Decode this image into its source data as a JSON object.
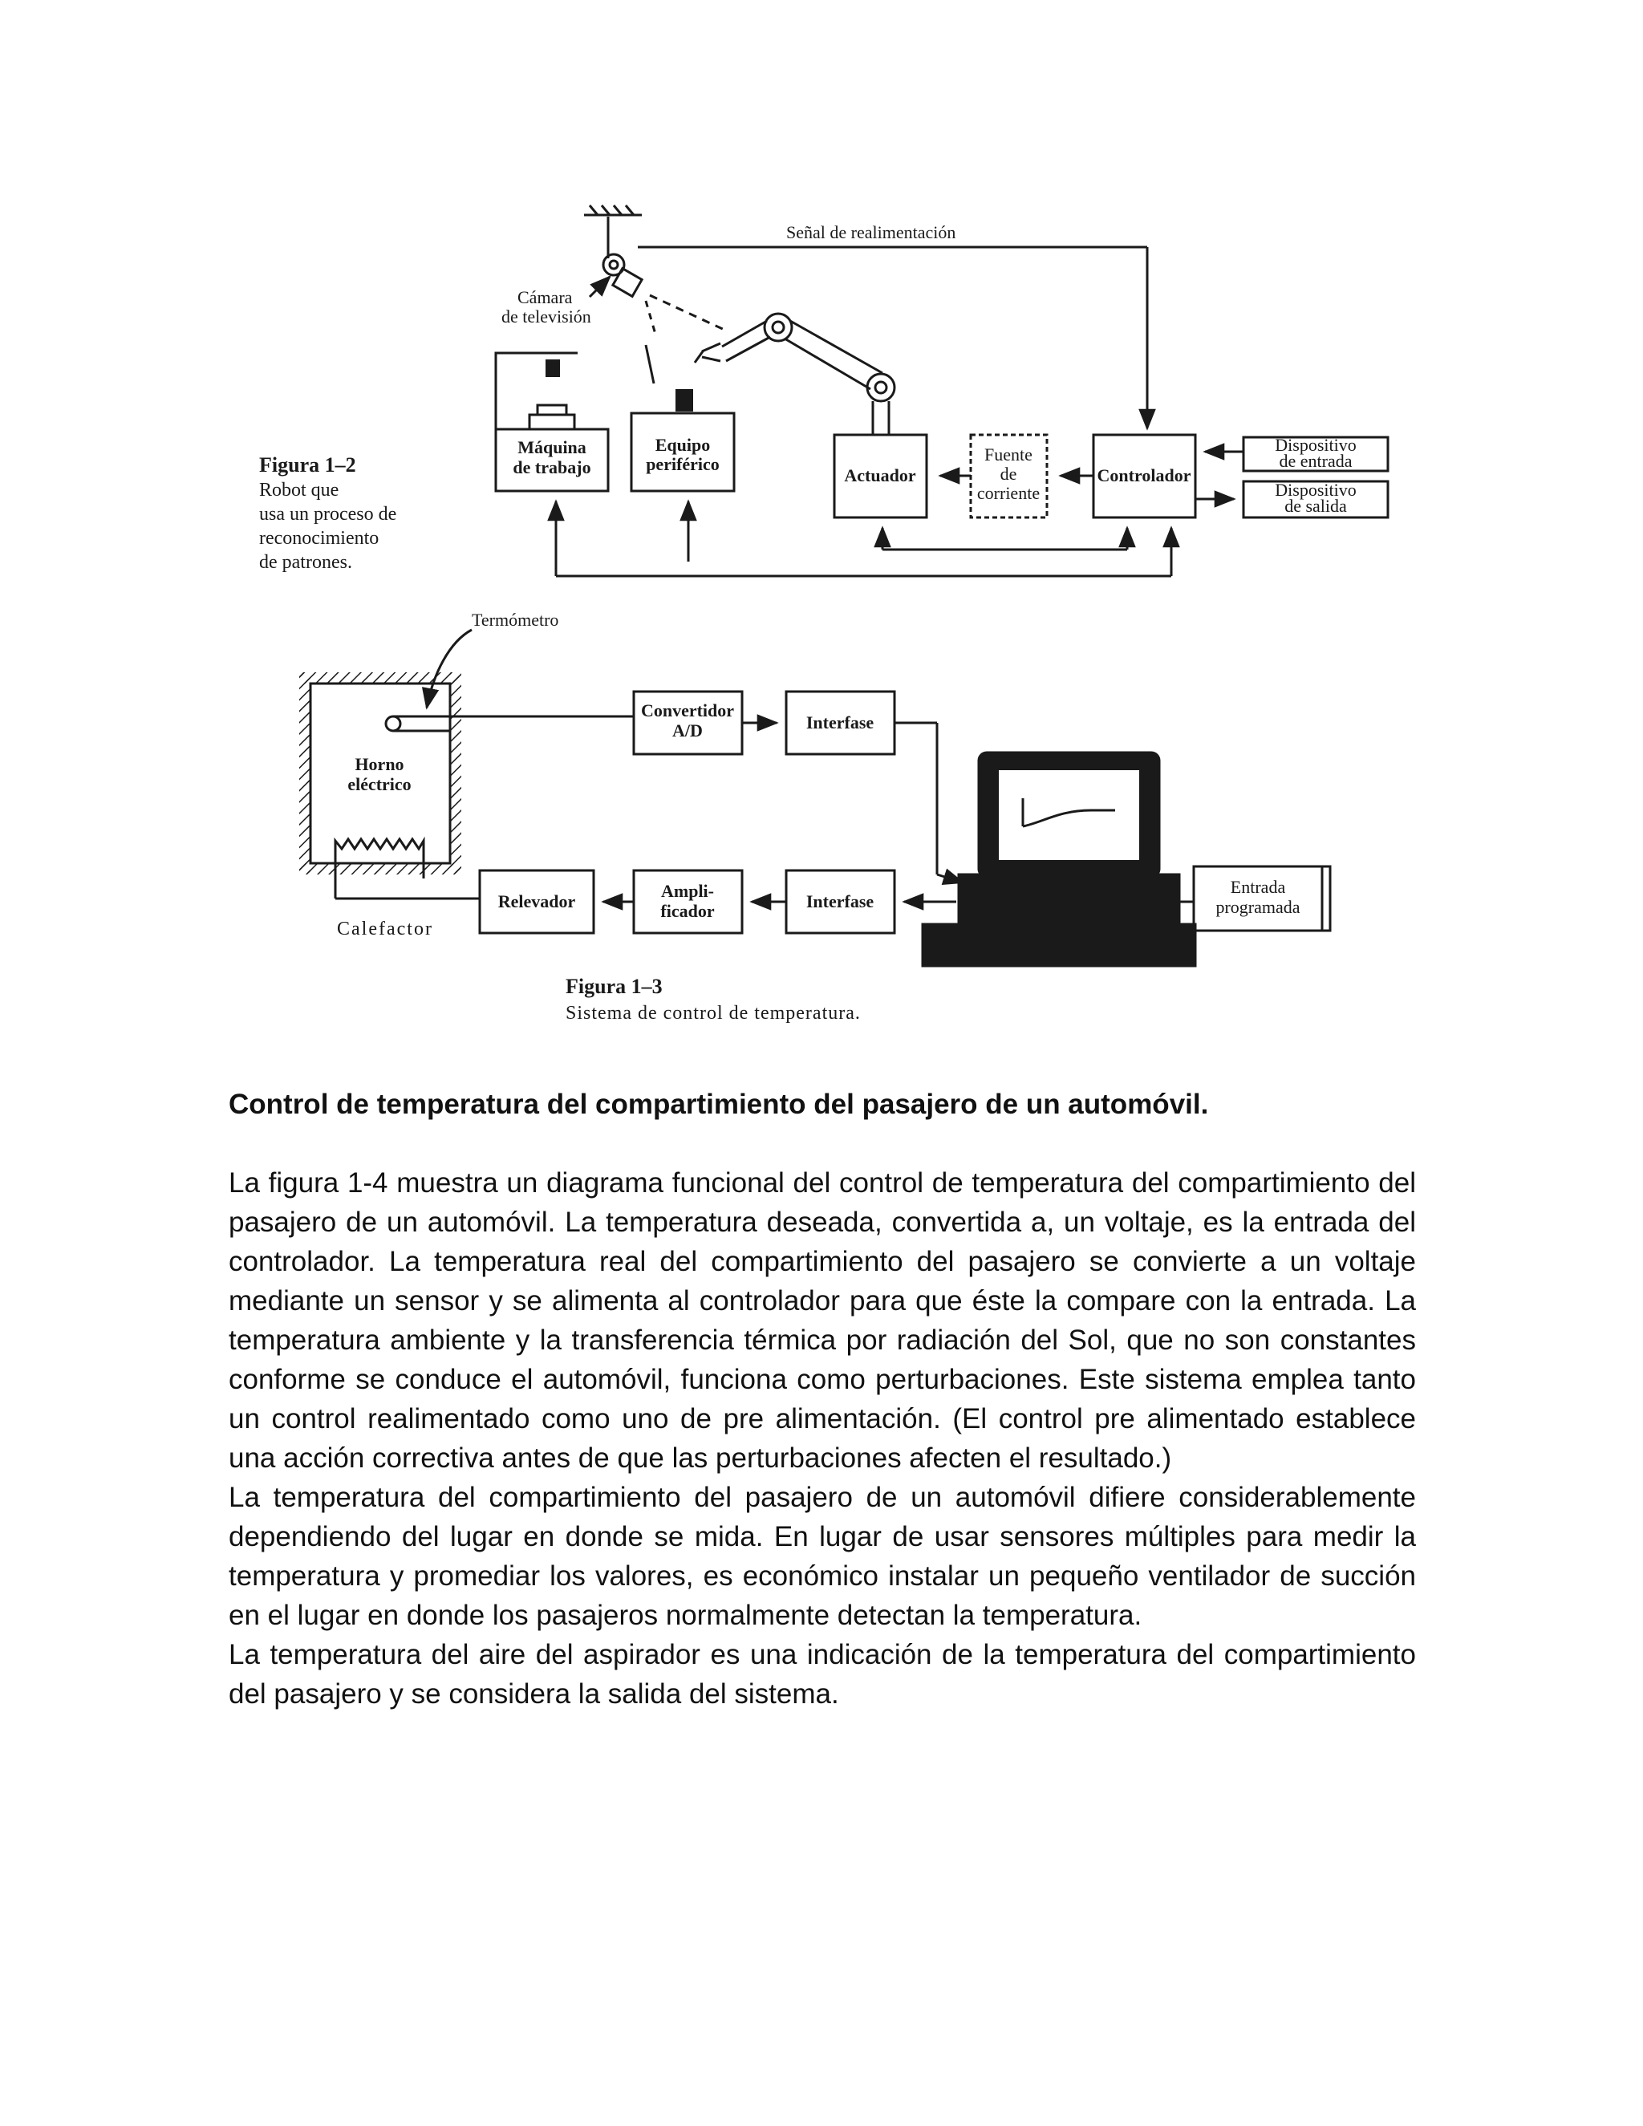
{
  "figure_1_2": {
    "caption_title": "Figura 1–2",
    "caption_lines": [
      "Robot que",
      "usa un proceso de",
      "reconocimiento",
      "de patrones."
    ],
    "feedback_label": "Señal de realimentación",
    "camera_label": [
      "Cámara",
      "de televisión"
    ],
    "machine_label": [
      "Máquina",
      "de trabajo"
    ],
    "peripheral_label": [
      "Equipo",
      "periférico"
    ],
    "actuator_label": "Actuador",
    "power_label": [
      "Fuente",
      "de",
      "corriente"
    ],
    "controller_label": "Controlador",
    "input_device_label": [
      "Dispositivo",
      "de entrada"
    ],
    "output_device_label": [
      "Dispositivo",
      "de salida"
    ]
  },
  "figure_1_3": {
    "caption_title": "Figura 1–3",
    "caption_text": "Sistema de control de temperatura.",
    "thermometer_label": "Termómetro",
    "oven_label": [
      "Horno",
      "eléctrico"
    ],
    "heater_label": "Calefactor",
    "adc_label": [
      "Convertidor",
      "A/D"
    ],
    "interface_top_label": "Interfase",
    "interface_bottom_label": "Interfase",
    "amplifier_label": [
      "Ampli-",
      "ficador"
    ],
    "relay_label": "Relevador",
    "program_input_label": [
      "Entrada",
      "programada"
    ]
  },
  "section": {
    "heading": "Control de temperatura del compartimiento del pasajero de un automóvil.",
    "paragraphs": [
      "La figura 1-4 muestra un diagrama funcional del control de temperatura del compartimiento del pasajero de un automóvil. La temperatura deseada, convertida a, un voltaje, es la entrada del controlador. La temperatura real del compartimiento del pasajero se convierte a un voltaje mediante un sensor y se alimenta al controlador para que éste la compare con la entrada. La temperatura ambiente y la transferencia térmica por radiación del Sol, que no son constantes conforme se conduce el automóvil, funciona como perturbaciones. Este sistema emplea tanto un control realimentado como uno de pre alimentación. (El control pre alimentado establece una acción correctiva antes de que las perturbaciones afecten el resultado.)",
      "La temperatura del compartimiento del pasajero de un automóvil difiere considerablemente dependiendo del lugar en donde se mida. En lugar de usar sensores múltiples para medir la temperatura y promediar los valores, es económico instalar un pequeño ventilador de succión en el lugar en donde los pasajeros normalmente detectan la temperatura.",
      "La temperatura del aire del aspirador es una indicación de la temperatura del compartimiento del pasajero y se considera la salida del sistema."
    ]
  }
}
